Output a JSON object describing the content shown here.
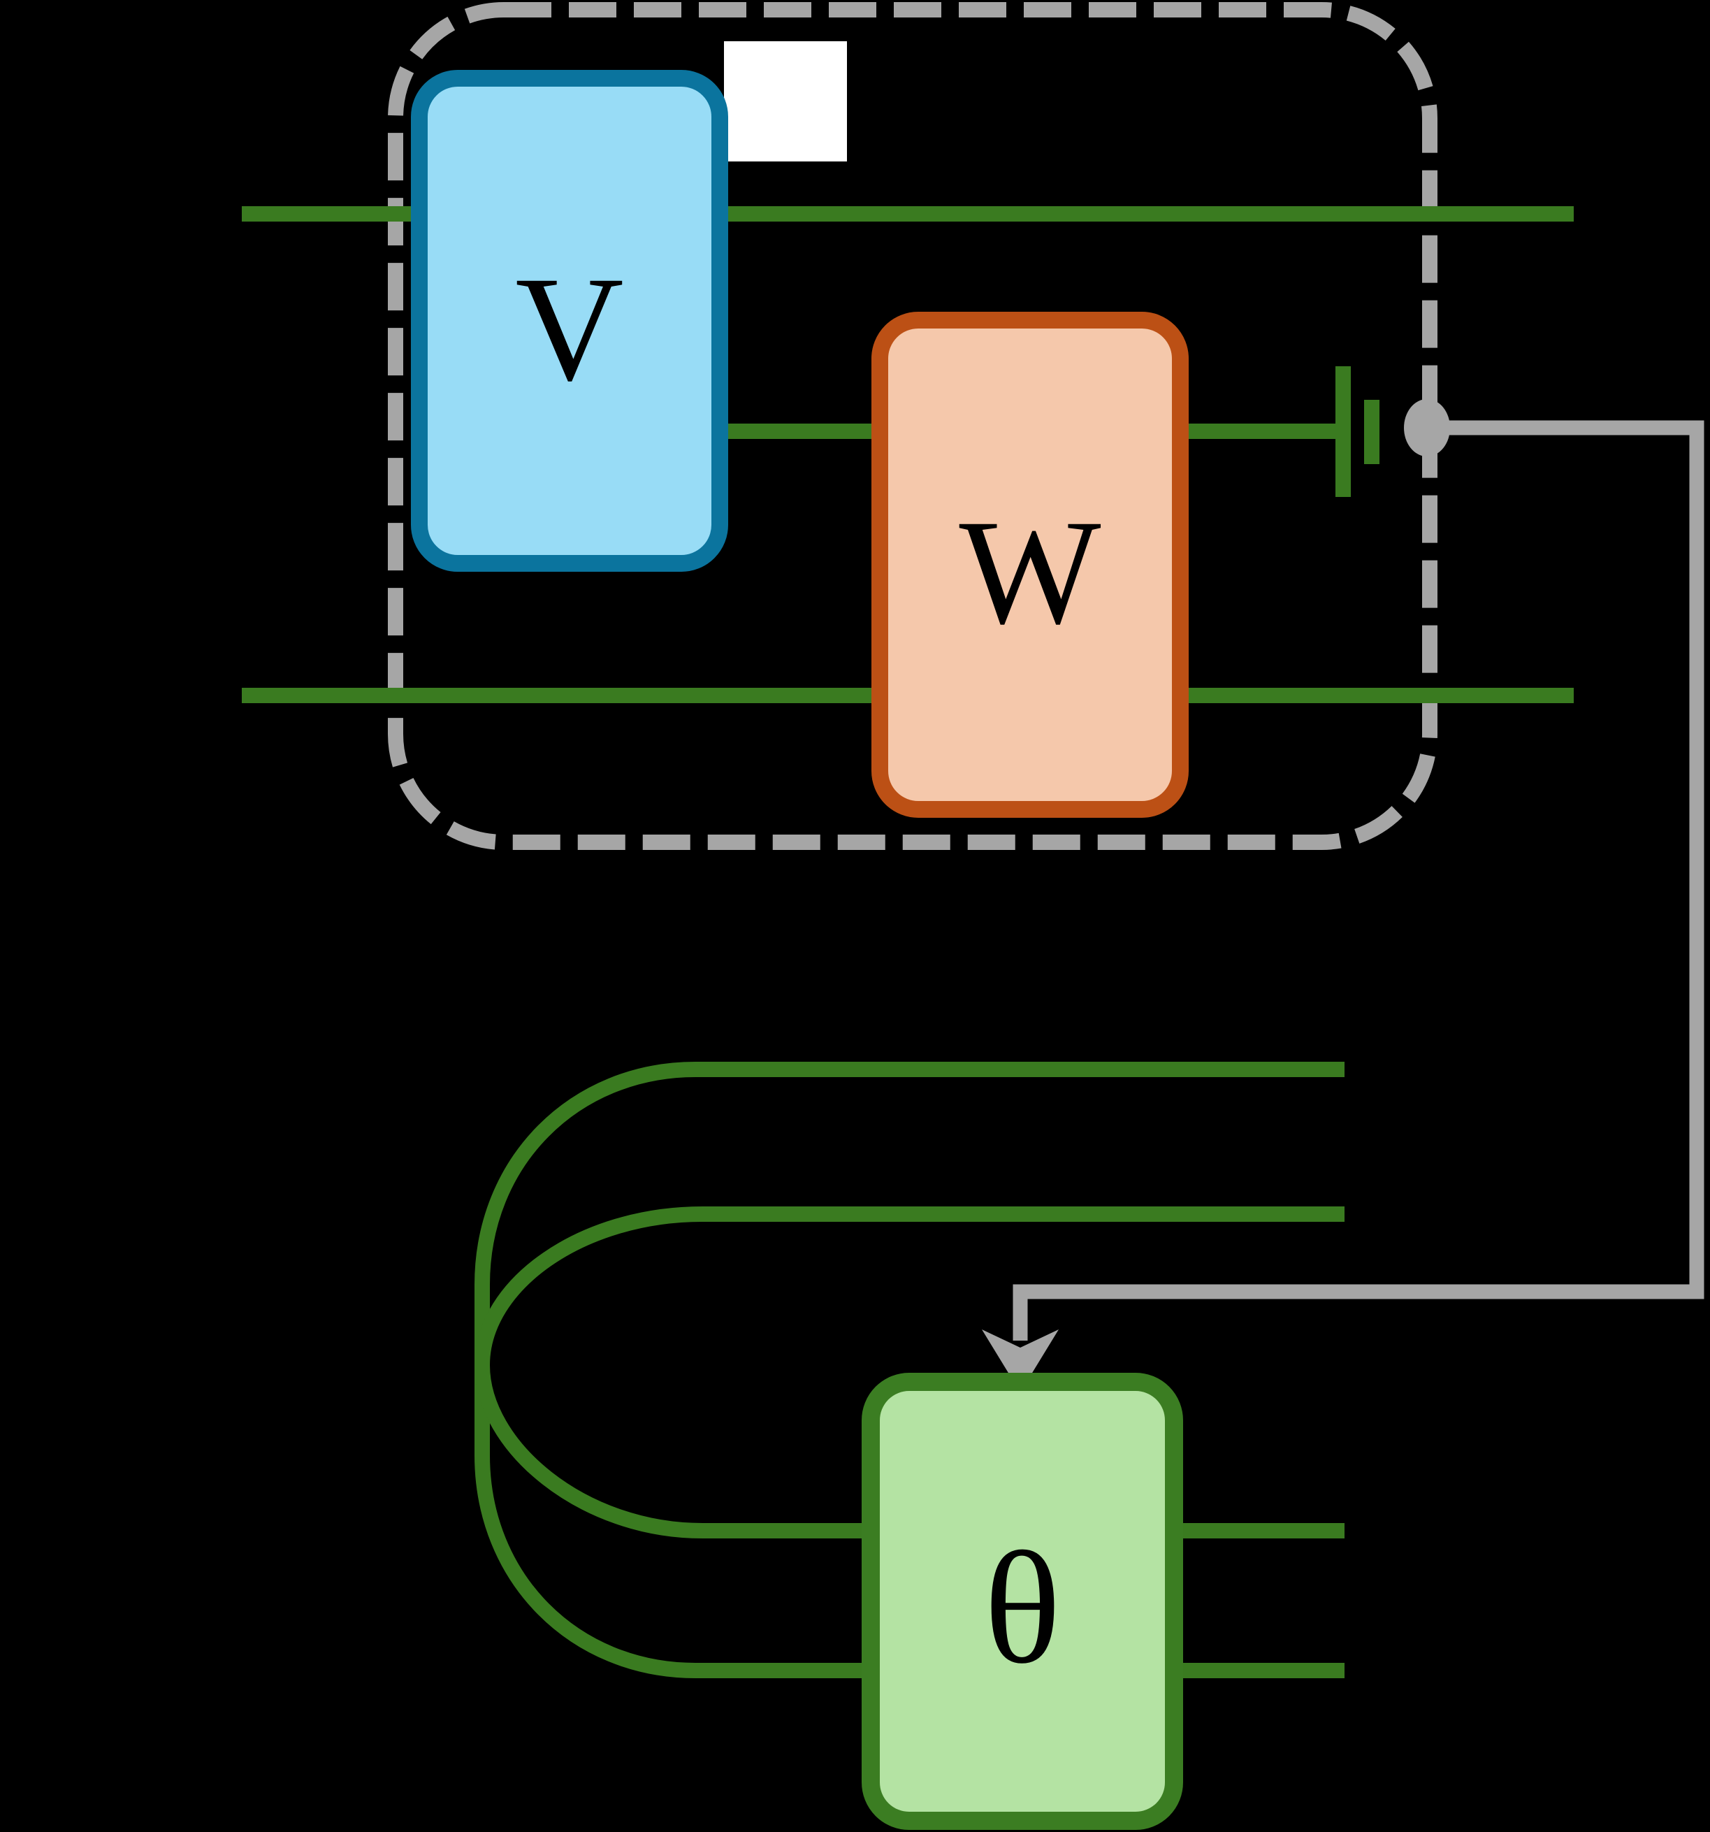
{
  "diagram": {
    "kind": "quantum circuit with mid-circuit measurement and classical feedforward",
    "gates": {
      "v": {
        "label": "V",
        "fill": "#98DCF6",
        "stroke": "#0B749E"
      },
      "w": {
        "label": "W",
        "fill": "#F5C8AB",
        "stroke": "#BC5015"
      },
      "theta": {
        "label": "θ",
        "fill": "#B4E3A3",
        "stroke": "#3B7D22"
      }
    },
    "colors": {
      "background": "#000000",
      "quantum_wire": "#3A7B20",
      "classical_wire": "#A6A6A6",
      "dashed_boundary": "#A6A6A6",
      "placeholder_square": "#FFFFFF",
      "label_text": "#000000"
    }
  }
}
